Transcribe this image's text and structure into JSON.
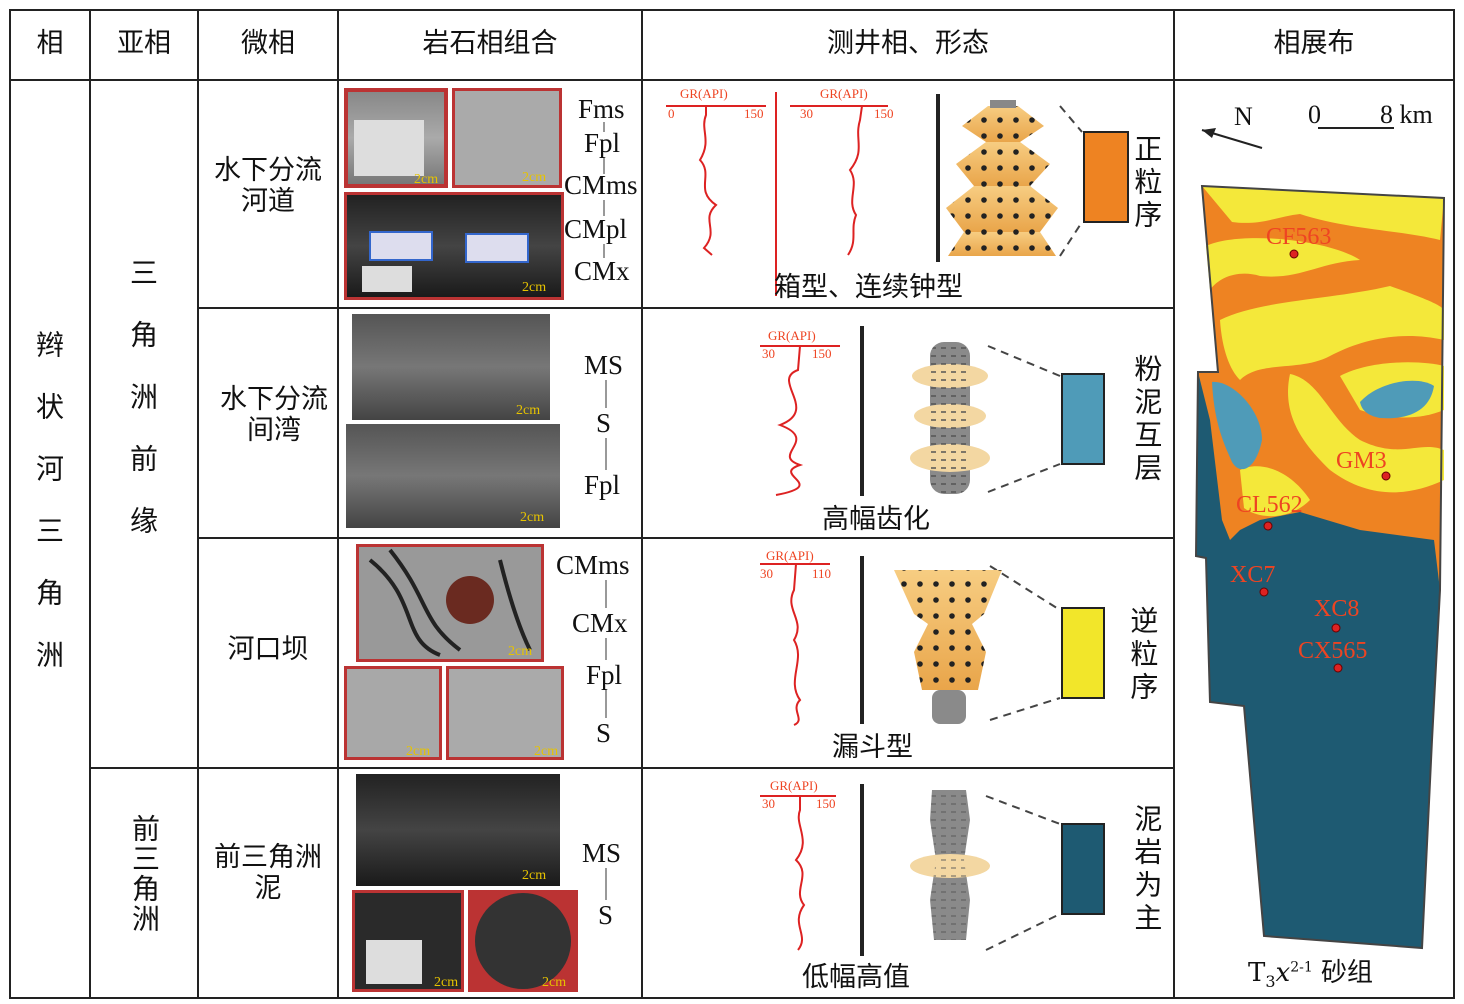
{
  "headers": {
    "facies": "相",
    "subfacies": "亚相",
    "microfacies": "微相",
    "lithofacies": "岩石相组合",
    "logfacies": "测井相、形态",
    "distribution": "相展布"
  },
  "facies": "辫状河三角洲",
  "subfacies": [
    {
      "label": "三角洲前缘"
    },
    {
      "label": "前三角洲"
    }
  ],
  "rows": [
    {
      "micro": "水下分流河道",
      "codes": [
        "Fms",
        "Fpl",
        "CMms",
        "CMpl",
        "CMx"
      ],
      "shape": "箱型、连续钟型",
      "seq": "正粒序",
      "seq_color": "#ee8322",
      "gr": {
        "left": "GR(API)",
        "scale_a": "0",
        "scale_b": "150",
        "scale_c": "30",
        "scale_d": "150"
      }
    },
    {
      "micro": "水下分流间湾",
      "codes": [
        "MS",
        "S",
        "Fpl"
      ],
      "shape": "高幅齿化",
      "seq": "粉泥互层",
      "seq_color": "#4f9bb8",
      "gr": {
        "left": "GR(API)",
        "scale_a": "30",
        "scale_b": "150"
      }
    },
    {
      "micro": "河口坝",
      "codes": [
        "CMms",
        "CMx",
        "Fpl",
        "S"
      ],
      "shape": "漏斗型",
      "seq": "逆粒序",
      "seq_color": "#f2e62a",
      "gr": {
        "left": "GR(API)",
        "scale_a": "30",
        "scale_b": "110"
      }
    },
    {
      "micro": "前三角洲泥",
      "codes": [
        "MS",
        "S"
      ],
      "shape": "低幅高值",
      "seq": "泥岩为主",
      "seq_color": "#1e5a72",
      "gr": {
        "left": "GR(API)",
        "scale_a": "30",
        "scale_b": "150"
      }
    }
  ],
  "photo_scale": "2cm",
  "map": {
    "north": "N",
    "scale_0": "0",
    "scale_8": "8 km",
    "wells": [
      "CF563",
      "GM3",
      "CL562",
      "XC7",
      "XC8",
      "CX565"
    ],
    "caption_base": "T",
    "caption_sub": "3",
    "caption_x": "x",
    "caption_sup": "2-1",
    "caption_tail": " 砂组",
    "colors": {
      "yellow": "#f4e83a",
      "orange": "#ee8322",
      "light_blue": "#4f9bb8",
      "dark_blue": "#1e5a72",
      "well": "#d42"
    }
  }
}
